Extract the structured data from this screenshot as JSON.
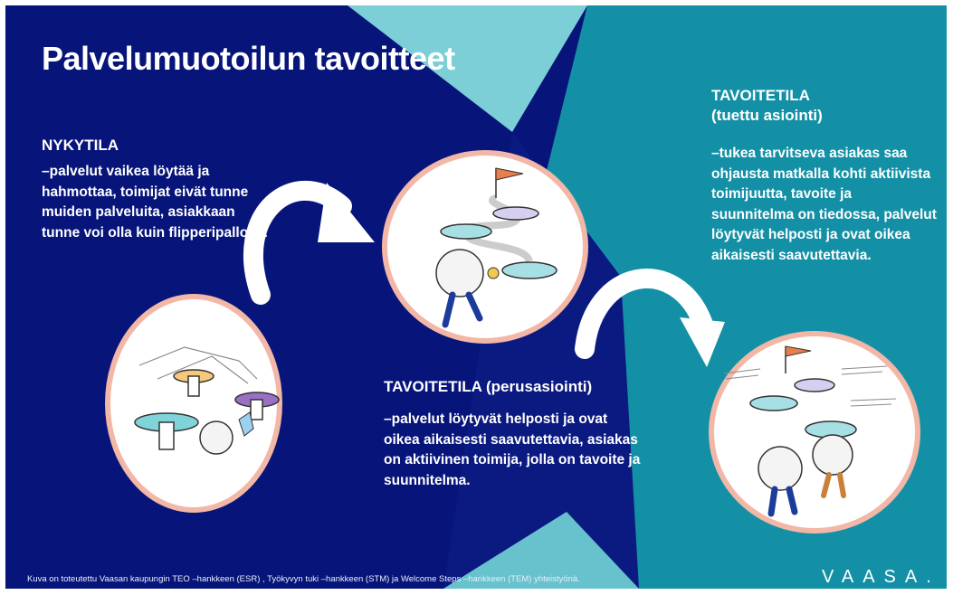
{
  "title": "Palvelumuotoilun tavoitteet",
  "current": {
    "heading": "NYKYTILA",
    "text": "–palvelut vaikea löytää ja hahmottaa, toimijat eivät tunne muiden palveluita, asiakkaan tunne voi olla kuin flipperipallolla."
  },
  "basic_target": {
    "heading": "TAVOITETILA (perusasiointi)",
    "text": "–palvelut löytyvät helposti ja ovat oikea aikaisesti saavutettavia, asiakas on aktiivinen toimija, jolla on tavoite ja suunnitelma."
  },
  "supported_target": {
    "heading": "TAVOITETILA",
    "subheading": "(tuettu asiointi)",
    "text": "–tukea tarvitseva asiakas saa ohjausta matkalla kohti aktiivista toimijuutta, tavoite ja suunnitelma on tiedossa, palvelut löytyvät helposti ja ovat oikea aikaisesti saavutettavia."
  },
  "footer": "Kuva on toteutettu Vaasan kaupungin TEO –hankkeen (ESR) , Työkyvyn tuki –hankkeen (STM) ja  Welcome Steps –hankkeen (TEM) yhteistyönä.",
  "logo": "VAASA.",
  "colors": {
    "navy": "#07157a",
    "teal": "#1490a6",
    "light_teal": "#7ccfd6",
    "circle_border": "#f2b7a6"
  }
}
